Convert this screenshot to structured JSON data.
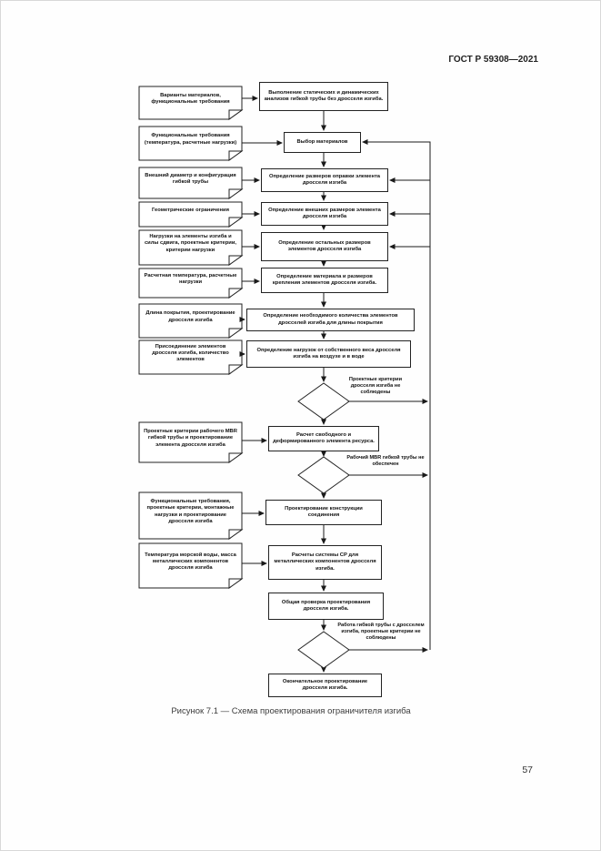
{
  "page": {
    "header": "ГОСТ Р 59308—2021",
    "caption": "Рисунок 7.1 — Схема проектирования ограничителя изгиба",
    "page_number": "57"
  },
  "flowchart": {
    "notes": [
      "Варианты материалов, функциональные требования",
      "Функциональные требования (температура, расчетные нагрузки)",
      "Внешний диаметр и конфигурация гибкой трубы",
      "Геометрические ограничения",
      "Нагрузки на элементы изгиба и силы сдвига, проектные критерии, критерии нагрузки",
      "Расчетная температура, расчетные нагрузки",
      "Длина покрытия, проектирование дросселя изгиба",
      "Присоединение элементов дросселя изгиба, количество элементов",
      "Проектные критерии рабочего MBR гибкой трубы и проектирование элемента дросселя изгиба",
      "Функциональные требования, проектные критерии, монтажные нагрузки и проектирование дросселя изгиба",
      "Температура морской воды, масса металлических компонентов дросселя изгиба"
    ],
    "processes": [
      "Выполнение статических и динамических анализов гибкой трубы без дросселя изгиба.",
      "Выбор материалов",
      "Определение размеров оправки элемента дросселя изгиба",
      "Определение внешних размеров элемента дросселя изгиба",
      "Определение остальных размеров элементов дросселя изгиба",
      "Определение материала и размеров крепления элементов дросселя изгиба.",
      "Определение необходимого количества элементов дросселей изгиба для длины покрытия",
      "Определение нагрузок от собственного веса дросселя изгиба на воздухе и в воде",
      "Расчет свободного и деформированного элемента ресурса.",
      "Проектирование конструкции соединения",
      "Расчеты системы CP для металлических компонентов дросселя изгиба.",
      "Общая проверка проектирования дросселя изгиба.",
      "Окончательное проектирование дросселя изгиба."
    ],
    "decision_labels": [
      "Проектные критерии дросселя изгиба не соблюдены",
      "Рабочий MBR гибкой трубы не обеспечен",
      "Работа гибкой трубы с дросселем изгиба, проектные критерии не соблюдены"
    ],
    "line_color": "#1a1a1a"
  }
}
